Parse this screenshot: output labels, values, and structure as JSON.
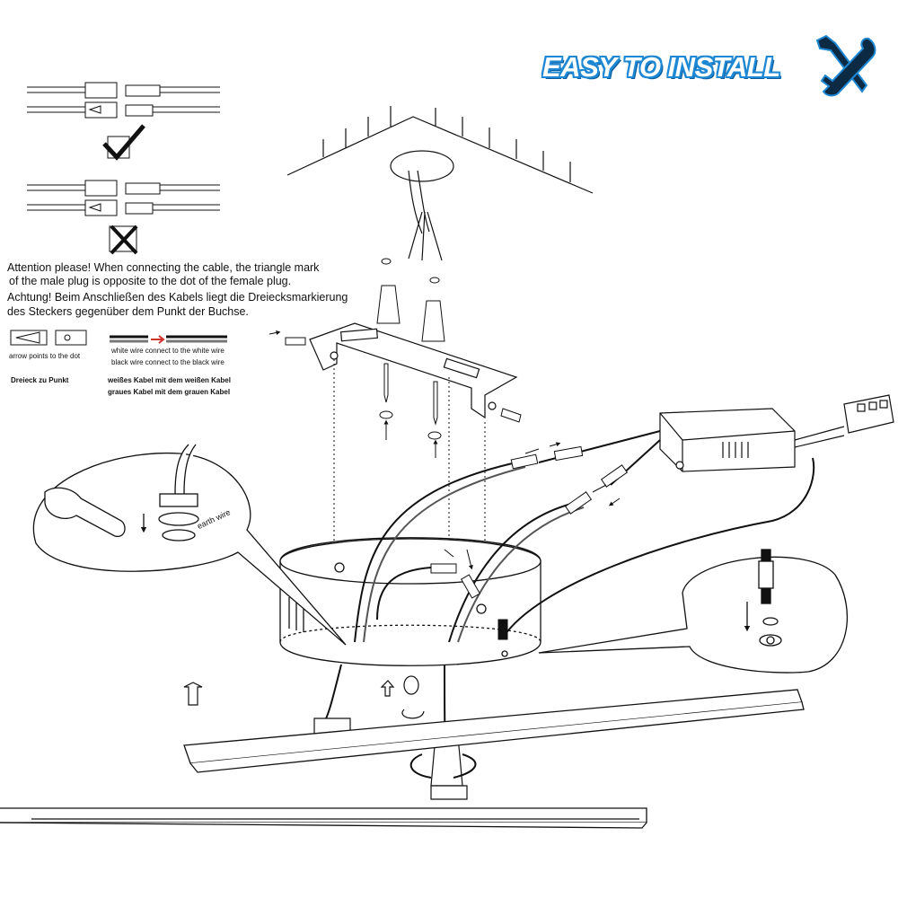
{
  "header": {
    "title": "EASY TO INSTALL",
    "tools_icon": "wrench-and-hammer-icon",
    "title_color": "#1e88d4"
  },
  "connector_guide": {
    "correct_icon": "checkmark-icon",
    "wrong_icon": "cross-icon"
  },
  "notes": {
    "en_line1": "Attention please! When connecting the cable, the triangle mark",
    "en_line2": "of the male plug is opposite to the dot of the female plug.",
    "de_line1": "Achtung! Beim Anschließen des Kabels liegt die Dreiecksmarkierung",
    "de_line2": "des Steckers gegenüber dem Punkt der Buchse."
  },
  "legend": {
    "arrow_text": "arrow points to the dot",
    "arrow_text_de": "Dreieck zu Punkt",
    "white_wire": "white wire connect to the white wire",
    "black_wire": "black wire connect to the black wire",
    "white_wire_de": "weißes Kabel mit dem weißen Kabel",
    "grey_wire_de": "graues Kabel mit dem grauen Kabel"
  },
  "callouts": {
    "earth_wire": "earth wire"
  },
  "colors": {
    "line": "#111111",
    "accent_red": "#d0312d"
  }
}
